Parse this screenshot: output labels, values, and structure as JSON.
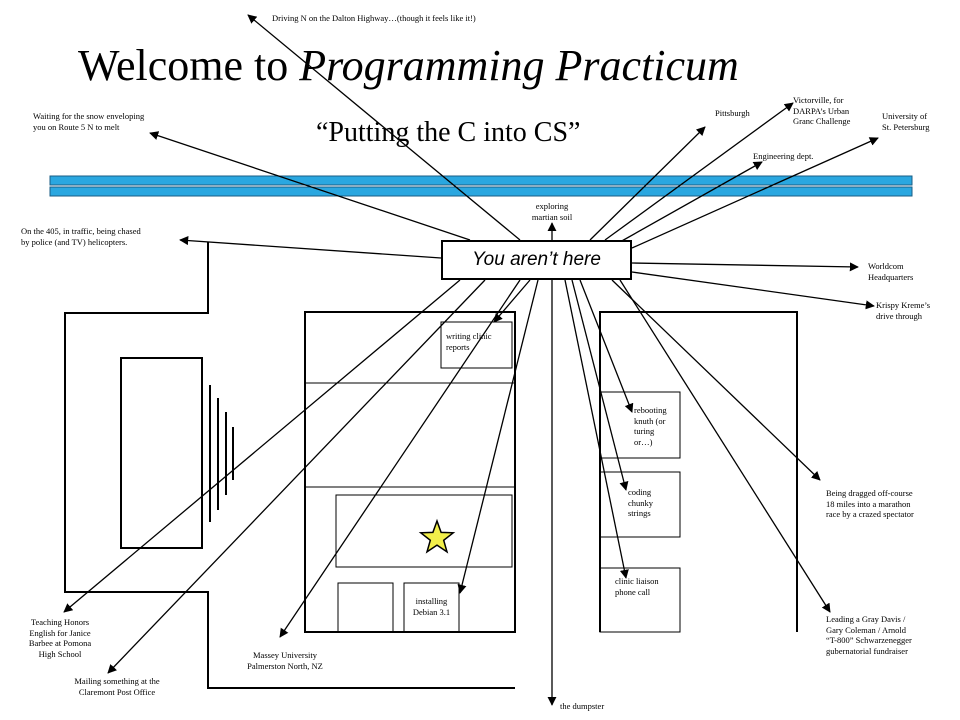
{
  "title": {
    "plain": "Welcome to ",
    "italic": "Programming Practicum"
  },
  "subtitle": "“Putting the C into CS”",
  "center_label": "You aren’t here",
  "destinations": {
    "dalton": "Driving N on the Dalton Highway…(though it feels like it!)",
    "snow": "Waiting for the snow enveloping\nyou on Route 5 N to melt",
    "freeway405": "On the 405, in traffic, being chased\nby police (and TV) helicopters.",
    "pittsburgh": "Pittsburgh",
    "victorville": "Victorville, for\nDARPA’s Urban\nGranc Challenge",
    "stpetersburg": "University of\nSt. Petersburg",
    "engineering": "Engineering dept.",
    "martian": "exploring\nmartian soil",
    "worldcom": "Worldcom\nHeadquarters",
    "krispy": "Krispy Kreme’s\ndrive through",
    "writing": "writing clinic\nreports",
    "rebooting": "rebooting\nknuth (or\nturing\nor…)",
    "coding": "coding\nchunky\nstrings",
    "clinic": "clinic liaison\nphone call",
    "debian": "installing\nDebian 3.1",
    "marathon": "Being dragged off-course\n18 miles into a marathon\nrace by a crazed spectator",
    "gray_davis": "Leading a  Gray Davis /\nGary Coleman / Arnold\n“T-800” Schwarzenegger\ngubernatorial fundraiser",
    "honors": "Teaching Honors\nEnglish for Janice\nBarbee at Pomona\nHigh School",
    "post_office": "Mailing something at the\nClaremont Post Office",
    "massey": "Massey University\nPalmerston North, NZ",
    "dumpster": "the dumpster"
  },
  "colors": {
    "bar_fill": "#2aa7e0",
    "star_fill": "#f2ef4a",
    "line": "#000000"
  }
}
